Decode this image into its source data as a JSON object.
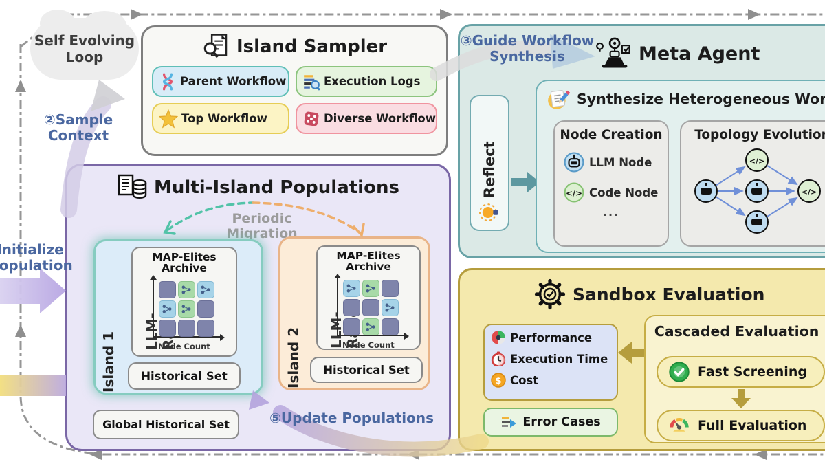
{
  "loop": {
    "label_line1": "Self Evolving",
    "label_line2": "Loop"
  },
  "flow_labels": {
    "initialize_line1": "Initialize",
    "initialize_line2": "Population",
    "sample_line1": "②Sample",
    "sample_line2": "Context",
    "guide_line1": "③Guide Workflow",
    "guide_line2": "Synthesis",
    "update": "⑤Update Populations"
  },
  "island_sampler": {
    "title": "Island Sampler",
    "chips": [
      {
        "label": "Parent Workflow",
        "icon": "dna-icon"
      },
      {
        "label": "Execution Logs",
        "icon": "logs-icon"
      },
      {
        "label": "Top Workflow",
        "icon": "star-icon"
      },
      {
        "label": "Diverse Workflow",
        "icon": "dice-icon"
      }
    ]
  },
  "meta_agent": {
    "title": "Meta Agent",
    "reflect_label": "Reflect",
    "synthesize_title": "Synthesize Heterogeneous Workflows",
    "node_creation": {
      "title": "Node Creation",
      "items": [
        {
          "label": "LLM Node"
        },
        {
          "label": "Code Node"
        },
        {
          "label": "..."
        }
      ]
    },
    "topology_title": "Topology Evolution"
  },
  "multi_island": {
    "title": "Multi-Island Populations",
    "migration_label": "Periodic Migration",
    "archive_title_line1": "MAP-Elites",
    "archive_title_line2": "Archive",
    "axis_y": "LLM-Ratio",
    "axis_x": "Node Count",
    "historical_label": "Historical Set",
    "global_historical_label": "Global Historical Set",
    "islands": [
      {
        "name": "Island 1",
        "grid": [
          "purple",
          "green",
          "blue",
          "blue",
          "green",
          "purple",
          "purple",
          "purple",
          "purple"
        ]
      },
      {
        "name": "Island 2",
        "grid": [
          "blue",
          "green",
          "purple",
          "purple",
          "purple",
          "blue",
          "purple",
          "green",
          "purple"
        ]
      }
    ]
  },
  "sandbox": {
    "title": "Sandbox Evaluation",
    "metrics": [
      {
        "label": "Performance",
        "icon": "pie-chart-icon"
      },
      {
        "label": "Execution Time",
        "icon": "stopwatch-icon"
      },
      {
        "label": "Cost",
        "icon": "coin-icon"
      }
    ],
    "error_cases_label": "Error Cases",
    "cascaded": {
      "title": "Cascaded Evaluation",
      "stages": [
        {
          "label": "Fast Screening",
          "icon": "check-circle-icon"
        },
        {
          "label": "Full Evaluation",
          "icon": "gauge-icon"
        }
      ]
    }
  },
  "colors": {
    "teal_border": "#68a2a6",
    "purple_border": "#7a67a6",
    "yellow_border": "#b59d3d",
    "blue_step_text": "#4a67a0",
    "island1_accent": "#86ccc0",
    "island2_accent": "#e9b488",
    "cell_purple": "#7f84ab",
    "cell_blue": "#a6d3e8",
    "cell_green": "#a8daa8",
    "migration_teal": "#52c3a8",
    "migration_orange": "#eeae6c"
  }
}
